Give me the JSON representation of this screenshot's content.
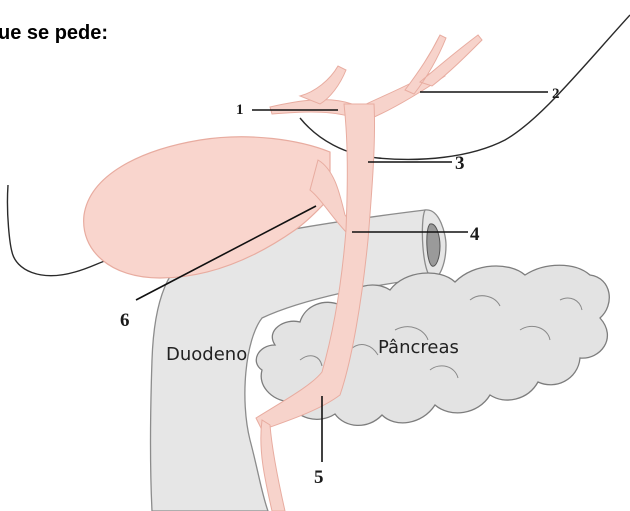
{
  "heading": "ue se pede:",
  "labels": {
    "n1": "1",
    "n2": "2",
    "n3": "3",
    "n4": "4",
    "n5": "5",
    "n6": "6"
  },
  "organs": {
    "duodeno": "Duodeno",
    "pancreas": "Pâncreas"
  },
  "colors": {
    "duct_fill": "#f7d3cb",
    "duct_stroke": "#e8aca0",
    "gallbladder_fill": "#f9d5cd",
    "duodenum_fill": "#e6e6e6",
    "duodenum_stroke": "#8c8c8c",
    "pancreas_fill": "#e3e3e3",
    "pancreas_stroke": "#7d7d7d"
  }
}
